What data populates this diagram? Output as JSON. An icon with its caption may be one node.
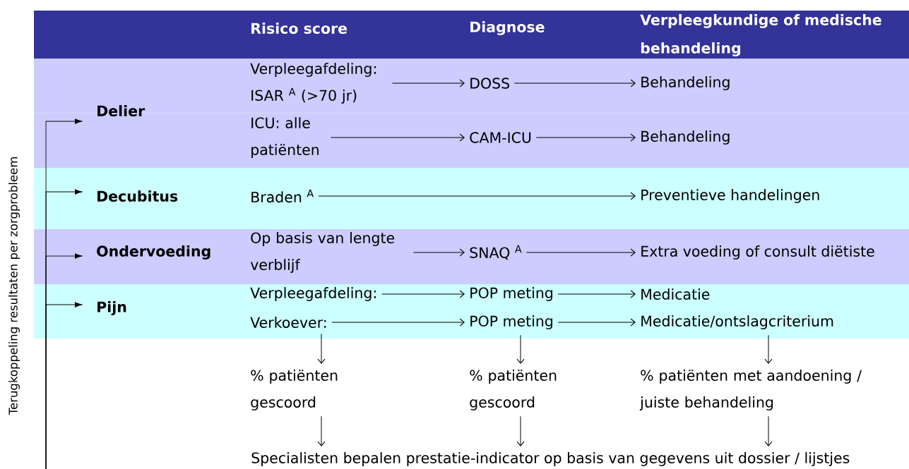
{
  "diagram": {
    "nodes": [
      {
        "text": [
          "Risico score"
        ]
      },
      {
        "text": [
          "Diagnose"
        ]
      },
      {
        "text": [
          "Verpleegkundige of medische behandeling"
        ]
      },
      {
        "text": [
          "Delier"
        ]
      },
      {
        "text": [
          "Verpleegafdeling: ISAR $^{A}$ (>70 jr)"
        ]
      },
      {
        "text": [
          "DOSS"
        ]
      },
      {
        "text": [
          "Behandeling"
        ]
      },
      {
        "text": [
          "ICU: alle patiënten"
        ]
      },
      {
        "text": [
          "CAM-ICU"
        ]
      },
      {
        "text": [
          "Behandeling"
        ]
      },
      {
        "text": [
          "Decubitus"
        ]
      },
      {
        "text": [
          "Braden $^{A}$"
        ]
      },
      {
        "text": [
          "Preventieve handelingen"
        ]
      },
      {
        "text": [
          "Ondervoeding"
        ]
      },
      {
        "text": [
          "Op basis van lengte verblijf"
        ]
      },
      {
        "text": [
          "SNAQ $^{A}$"
        ]
      },
      {
        "text": [
          "Extra voeding of consult diëtiste"
        ]
      },
      {
        "text": [
          "Pijn"
        ]
      },
      {
        "text": [
          "Verpleegafdeling:"
        ]
      },
      {
        "text": [
          "POP meting"
        ]
      },
      {
        "text": [
          "Medicatie"
        ]
      },
      {
        "text": [
          "Verkoever:"
        ]
      },
      {
        "text": [
          "POP meting"
        ]
      },
      {
        "text": [
          "Medicatie/ontslagcriterium"
        ]
      },
      {
        "text": [
          "% patiënten gescoord"
        ]
      },
      {
        "text": [
          "% patiënten gescoord"
        ]
      },
      {
        "text": [
          "% patiënten met aandoening / juiste behandeling"
        ]
      },
      {
        "text": [
          "Specialisten bepalen prestatie-indicator op basis van gegevens uit dossier / lijstjes"
        ]
      }
    ],
    "edges": [
      {
        "from": 4,
        "to": 5,
        "arrow": "to"
      },
      {
        "from": 5,
        "to": 6,
        "arrow": "to"
      },
      {
        "from": 7,
        "to": 8,
        "arrow": "to"
      },
      {
        "from": 8,
        "to": 9,
        "arrow": "to"
      },
      {
        "from": 11,
        "to": 12,
        "arrow": "to"
      },
      {
        "from": 14,
        "to": 15,
        "arrow": "to"
      },
      {
        "from": 15,
        "to": 16,
        "arrow": "to"
      },
      {
        "from": 18,
        "to": 19,
        "arrow": "to"
      },
      {
        "from": 19,
        "to": 20,
        "arrow": "to"
      },
      {
        "from": 21,
        "to": 22,
        "arrow": "to"
      },
      {
        "from": 22,
        "to": 23,
        "arrow": "to"
      },
      {
        "from": 21,
        "to": 24,
        "arrow": "to"
      },
      {
        "from": 22,
        "to": 25,
        "arrow": "to"
      },
      {
        "from": 23,
        "to": 26,
        "arrow": "to"
      },
      {
        "from": 24,
        "to": 27,
        "arrow": "to"
      },
      {
        "from": 25,
        "to": 27,
        "arrow": "to"
      },
      {
        "from": 26,
        "to": 27,
        "arrow": "to"
      },
      {
        "from": null,
        "to": 3,
        "arrow": "to"
      },
      {
        "from": null,
        "to": 10,
        "arrow": "to"
      },
      {
        "from": null,
        "to": 13,
        "arrow": "to"
      },
      {
        "from": null,
        "to": 17,
        "arrow": "to"
      }
    ],
    "labels": [
      "Terugkoppeling resultaten per zorgprobleem"
    ]
  }
}
